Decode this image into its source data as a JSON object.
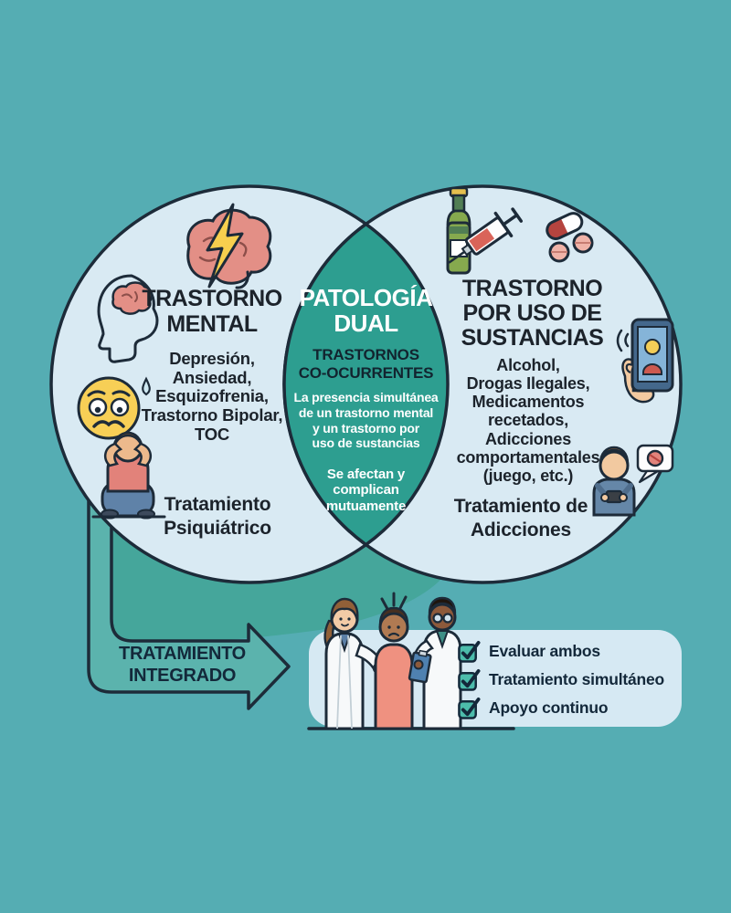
{
  "palette": {
    "background": "#55adb3",
    "circle_fill": "#d9eaf3",
    "outline": "#1d2b39",
    "overlap_fill": "#2d9e90",
    "connector_fill": "#45a69b",
    "arrow_fill": "#5bb3ad",
    "box_fill": "#d6e9f3",
    "checkbox_fill": "#4cbcab",
    "dark_text": "#1c232b",
    "white_text": "#ffffff"
  },
  "left_circle": {
    "title": "TRASTORNO\nMENTAL",
    "conditions": "Depresión,\nAnsiedad,\nEsquizofrenia,\nTrastorno Bipolar,\nTOC",
    "treatment": "Tratamiento\nPsiquiátrico"
  },
  "center_overlap": {
    "title": "PATOLOGÍA\nDUAL",
    "subtitle": "TRASTORNOS\nCO-OCURRENTES",
    "description": "La presencia simultánea\nde un trastorno mental\ny un trastorno por\nuso de sustancias",
    "note": "Se afectan y\ncomplican\nmutuamente"
  },
  "right_circle": {
    "title": "TRASTORNO\nPOR USO DE\nSUSTANCIAS",
    "substances": "Alcohol,\nDrogas Ilegales,\nMedicamentos\nrecetados,\nAdicciones\ncomportamentales\n(juego, etc.)",
    "treatment": "Tratamiento de\nAdicciones"
  },
  "arrow": {
    "label": "TRATAMIENTO\nINTEGRADO"
  },
  "treatment_box": {
    "items": [
      "Evaluar ambos",
      "Tratamiento simultáneo",
      "Apoyo continuo"
    ]
  },
  "icons": {
    "left": [
      "brain-lightning-icon",
      "head-profile-brain-icon",
      "worried-face-icon",
      "distressed-person-icon"
    ],
    "right": [
      "beer-bottle-icon",
      "syringe-icon",
      "pills-icon",
      "phone-in-hand-icon",
      "person-texting-icon"
    ],
    "box": [
      "checkbox-checked-icon",
      "doctors-and-patient-illustration"
    ]
  }
}
